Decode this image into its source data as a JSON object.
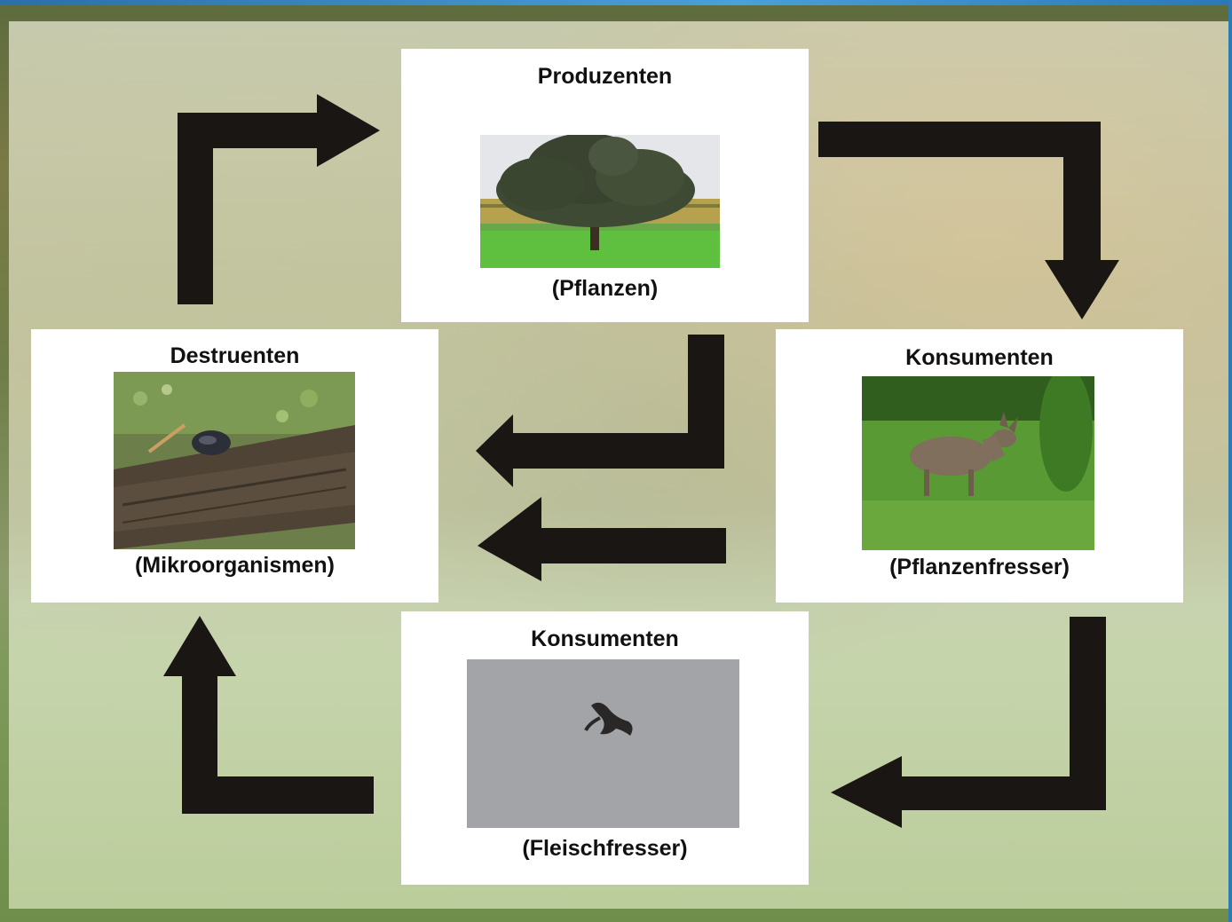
{
  "nodes": {
    "produzenten": {
      "title": "Produzenten",
      "subtitle": "(Pflanzen)",
      "image": "tree-photo"
    },
    "konsumenten_pflanzen": {
      "title": "Konsumenten",
      "subtitle": "(Pflanzenfresser)",
      "image": "deer-photo"
    },
    "konsumenten_fleisch": {
      "title": "Konsumenten",
      "subtitle": "(Fleischfresser)",
      "image": "bird-of-prey-photo"
    },
    "destruenten": {
      "title": "Destruenten",
      "subtitle": "(Mikroorganismen)",
      "image": "woodlouse-on-wood-photo"
    }
  },
  "colors": {
    "arrow": "#1a1614",
    "box": "#ffffff",
    "frame_accent": "#2c7bb6"
  }
}
